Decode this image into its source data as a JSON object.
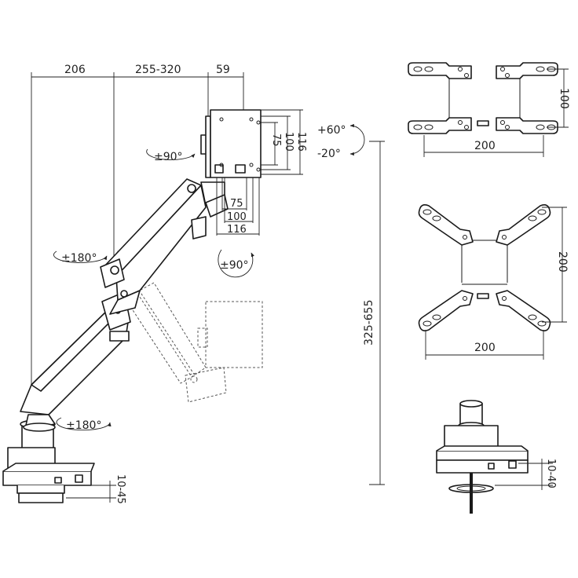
{
  "top_dims": {
    "base_reach": "206",
    "arm_reach": "255-320",
    "head_offset": "59"
  },
  "head_dims": {
    "inner": "75",
    "mid": "100",
    "outer": "116"
  },
  "tilt": {
    "up": "+60°",
    "down": "-20°"
  },
  "rotations": {
    "head_swivel": "±90°",
    "elbow": "±180°",
    "portrait": "±90°",
    "base": "±180°"
  },
  "height_range": "325-655",
  "clamp_thickness": "10-45",
  "grommet_thickness": "10-40",
  "adapter_wide": {
    "width": "200",
    "height": "100"
  },
  "adapter_square": {
    "width": "200",
    "height": "200"
  }
}
